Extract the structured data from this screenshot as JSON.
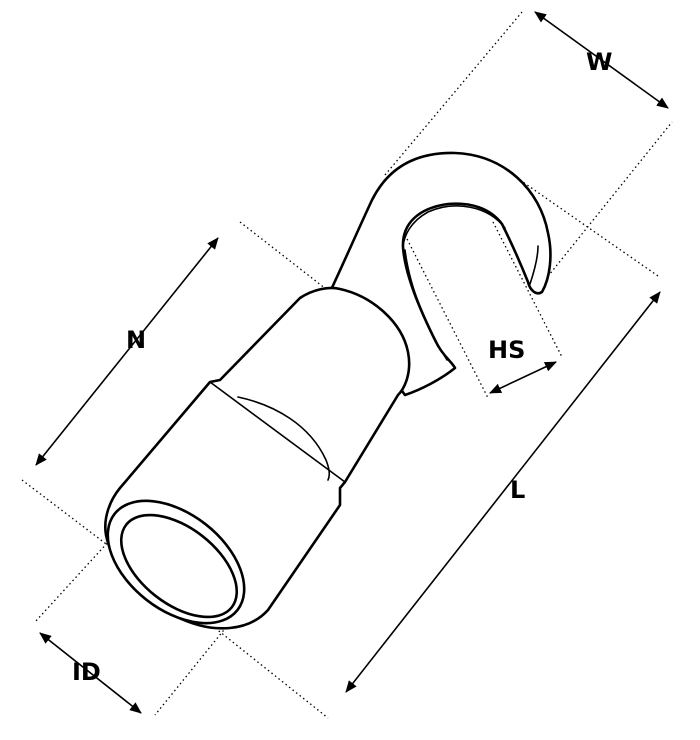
{
  "labels": {
    "w": "W",
    "n": "N",
    "hs": "HS",
    "l": "L",
    "id": "ID"
  },
  "colors": {
    "ink": "#000000",
    "paper": "#ffffff"
  }
}
